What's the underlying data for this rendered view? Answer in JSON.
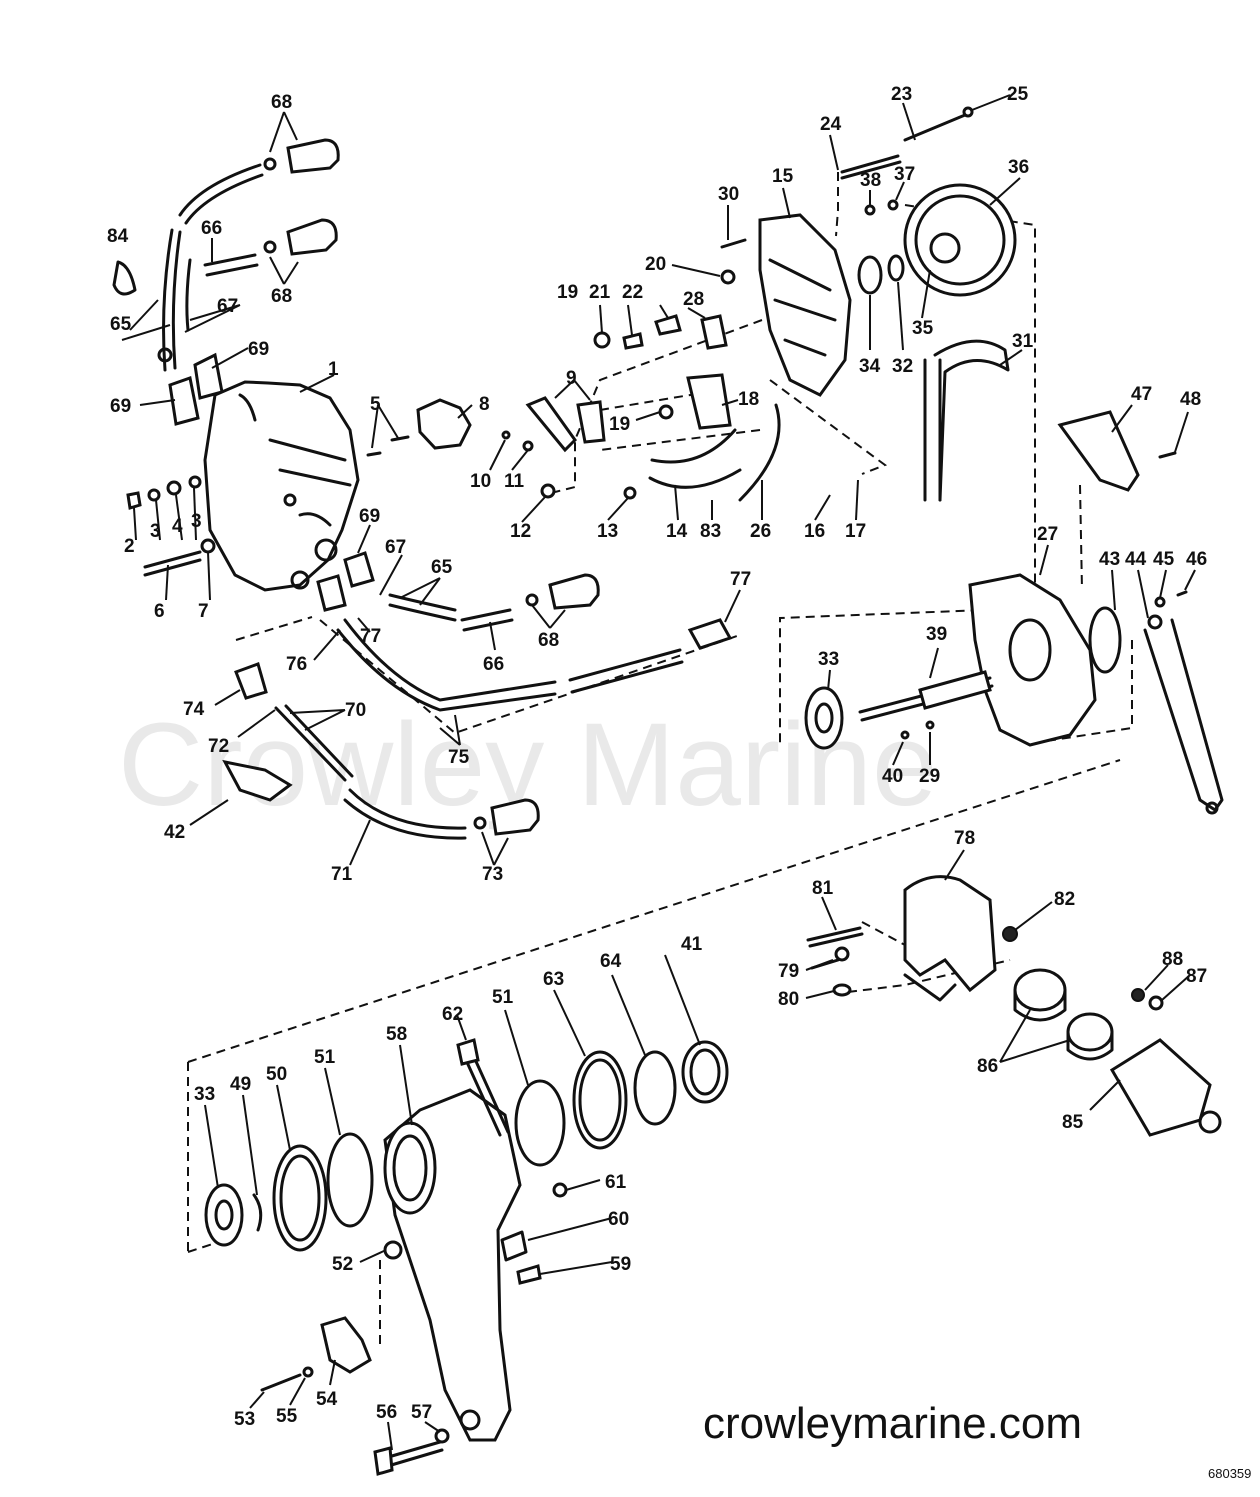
{
  "watermark": "Crowley Marine",
  "website": "crowleymarine.com",
  "figure_id": "680359",
  "callouts": {
    "c1": "1",
    "c2": "2",
    "c3a": "3",
    "c3b": "3",
    "c4": "4",
    "c5": "5",
    "c6": "6",
    "c7": "7",
    "c8": "8",
    "c9": "9",
    "c10": "10",
    "c11": "11",
    "c12": "12",
    "c13": "13",
    "c14": "14",
    "c15": "15",
    "c16": "16",
    "c17": "17",
    "c18": "18",
    "c19a": "19",
    "c19b": "19",
    "c20": "20",
    "c21": "21",
    "c22": "22",
    "c23": "23",
    "c24": "24",
    "c25": "25",
    "c26": "26",
    "c27": "27",
    "c28": "28",
    "c29": "29",
    "c30": "30",
    "c31": "31",
    "c32": "32",
    "c33a": "33",
    "c33b": "33",
    "c34": "34",
    "c35": "35",
    "c36": "36",
    "c37": "37",
    "c38": "38",
    "c39": "39",
    "c40": "40",
    "c41": "41",
    "c42": "42",
    "c43": "43",
    "c44": "44",
    "c45": "45",
    "c46": "46",
    "c47": "47",
    "c48": "48",
    "c49": "49",
    "c50": "50",
    "c51a": "51",
    "c51b": "51",
    "c52": "52",
    "c53": "53",
    "c54": "54",
    "c55": "55",
    "c56": "56",
    "c57": "57",
    "c58": "58",
    "c59": "59",
    "c60": "60",
    "c61": "61",
    "c62": "62",
    "c63": "63",
    "c64": "64",
    "c65a": "65",
    "c65b": "65",
    "c66a": "66",
    "c66b": "66",
    "c67a": "67",
    "c67b": "67",
    "c68a": "68",
    "c68b": "68",
    "c68c": "68",
    "c69a": "69",
    "c69b": "69",
    "c69c": "69",
    "c70": "70",
    "c71": "71",
    "c72": "72",
    "c73": "73",
    "c74": "74",
    "c75": "75",
    "c76": "76",
    "c77a": "77",
    "c77b": "77",
    "c78": "78",
    "c79": "79",
    "c80": "80",
    "c81": "81",
    "c82": "82",
    "c83": "83",
    "c84": "84",
    "c85": "85",
    "c86": "86",
    "c87": "87",
    "c88": "88"
  }
}
